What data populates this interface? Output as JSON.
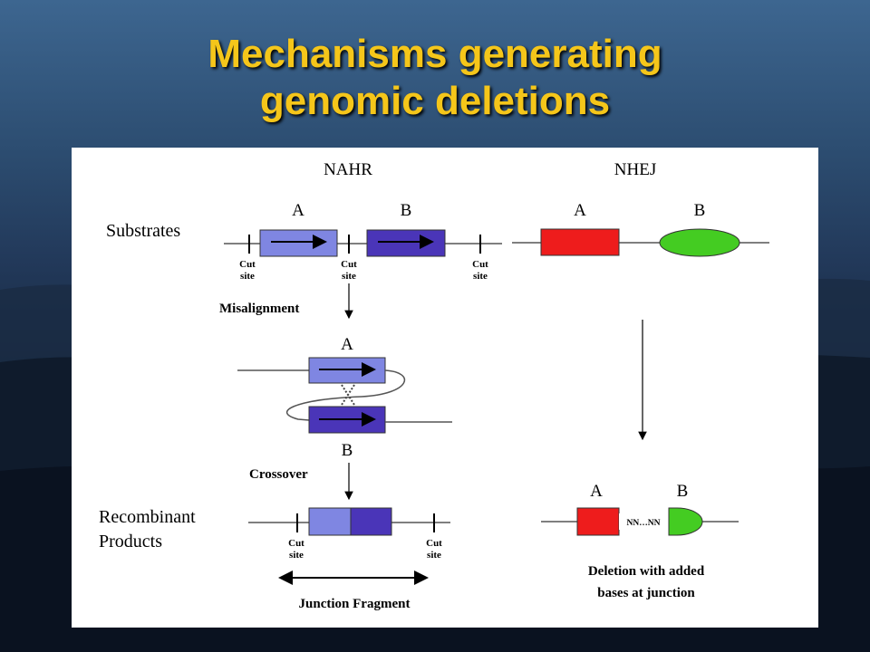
{
  "title": {
    "line1": "Mechanisms generating",
    "line2": "genomic deletions"
  },
  "diagram": {
    "nahr": {
      "heading": "NAHR",
      "substrates_label": "Substrates",
      "label_a": "A",
      "label_b": "B",
      "cut": "Cut",
      "site": "site",
      "misalignment": "Misalignment",
      "crossover": "Crossover",
      "recombinant_line1": "Recombinant",
      "recombinant_line2": "Products",
      "junction_fragment": "Junction Fragment"
    },
    "nhej": {
      "heading": "NHEJ",
      "label_a": "A",
      "label_b": "B",
      "added_bases": "NN…NN",
      "caption_line1": "Deletion with added",
      "caption_line2": "bases at junction"
    }
  },
  "colors": {
    "title": "#f5c61a",
    "segment_a": "#7f86e2",
    "segment_b": "#4a35b8",
    "nhej_a": "#ee1c1c",
    "nhej_b": "#44cc22"
  }
}
